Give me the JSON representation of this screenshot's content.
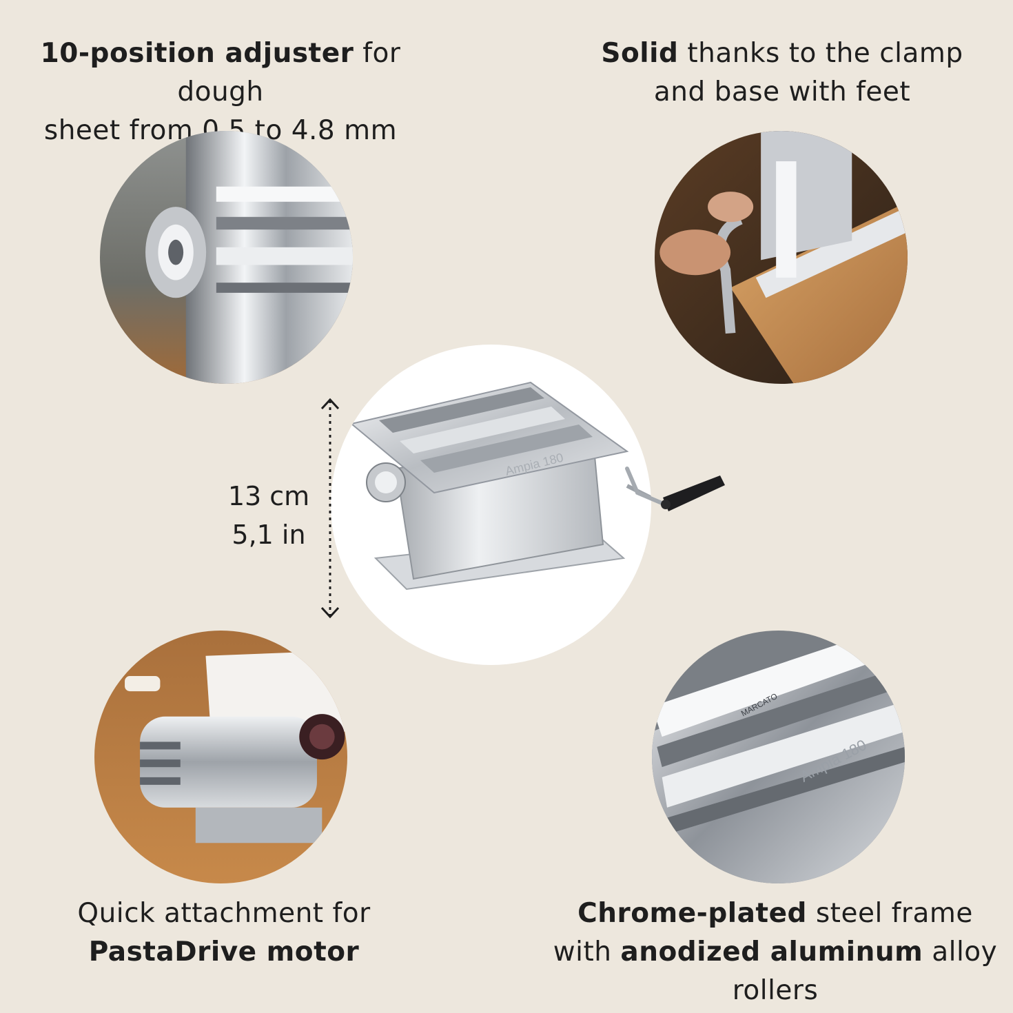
{
  "features": {
    "top_left": {
      "bold": "10-position adjuster",
      "rest_line1": " for dough",
      "line2": "sheet from 0.5 to 4.8 mm"
    },
    "top_right": {
      "bold": "Solid",
      "rest_line1": " thanks to the clamp",
      "line2": "and base with feet"
    },
    "bottom_left": {
      "line1": "Quick attachment for",
      "bold_line2": "PastaDrive motor"
    },
    "bottom_right": {
      "bold1": "Chrome-plated",
      "rest1": " steel frame",
      "with": "with ",
      "bold2": "anodized aluminum",
      "rest2": " alloy",
      "line3": "rollers"
    }
  },
  "dimension": {
    "metric": "13 cm",
    "imperial": "5,1 in"
  },
  "product_engraving": "Ampia 180",
  "brand_mark": "MARCATO",
  "colors": {
    "background": "#ede7dd",
    "text": "#1e1e1e",
    "chrome": "#c9ccd0",
    "wood": "#b07a45"
  }
}
